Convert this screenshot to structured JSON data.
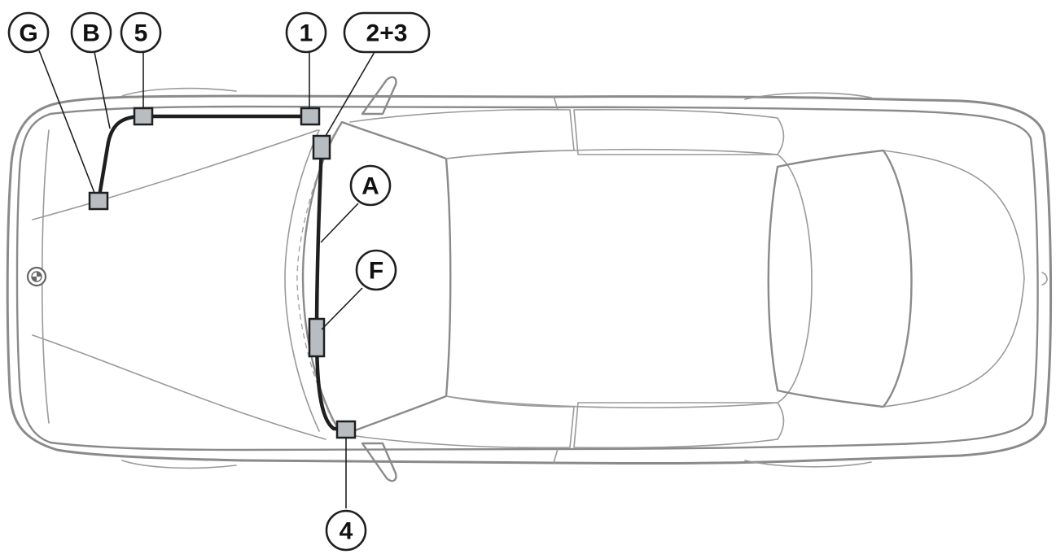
{
  "diagram": {
    "callouts": {
      "G": "G",
      "B": "B",
      "five": "5",
      "one": "1",
      "two_three": "2+3",
      "A": "A",
      "F": "F",
      "four": "4"
    },
    "colors": {
      "car_outline": "#8a8a8a",
      "harness": "#1f1f1f",
      "component_fill": "#b8bdc2"
    },
    "icons": {
      "emblem": "bmw-roundel-icon"
    }
  }
}
